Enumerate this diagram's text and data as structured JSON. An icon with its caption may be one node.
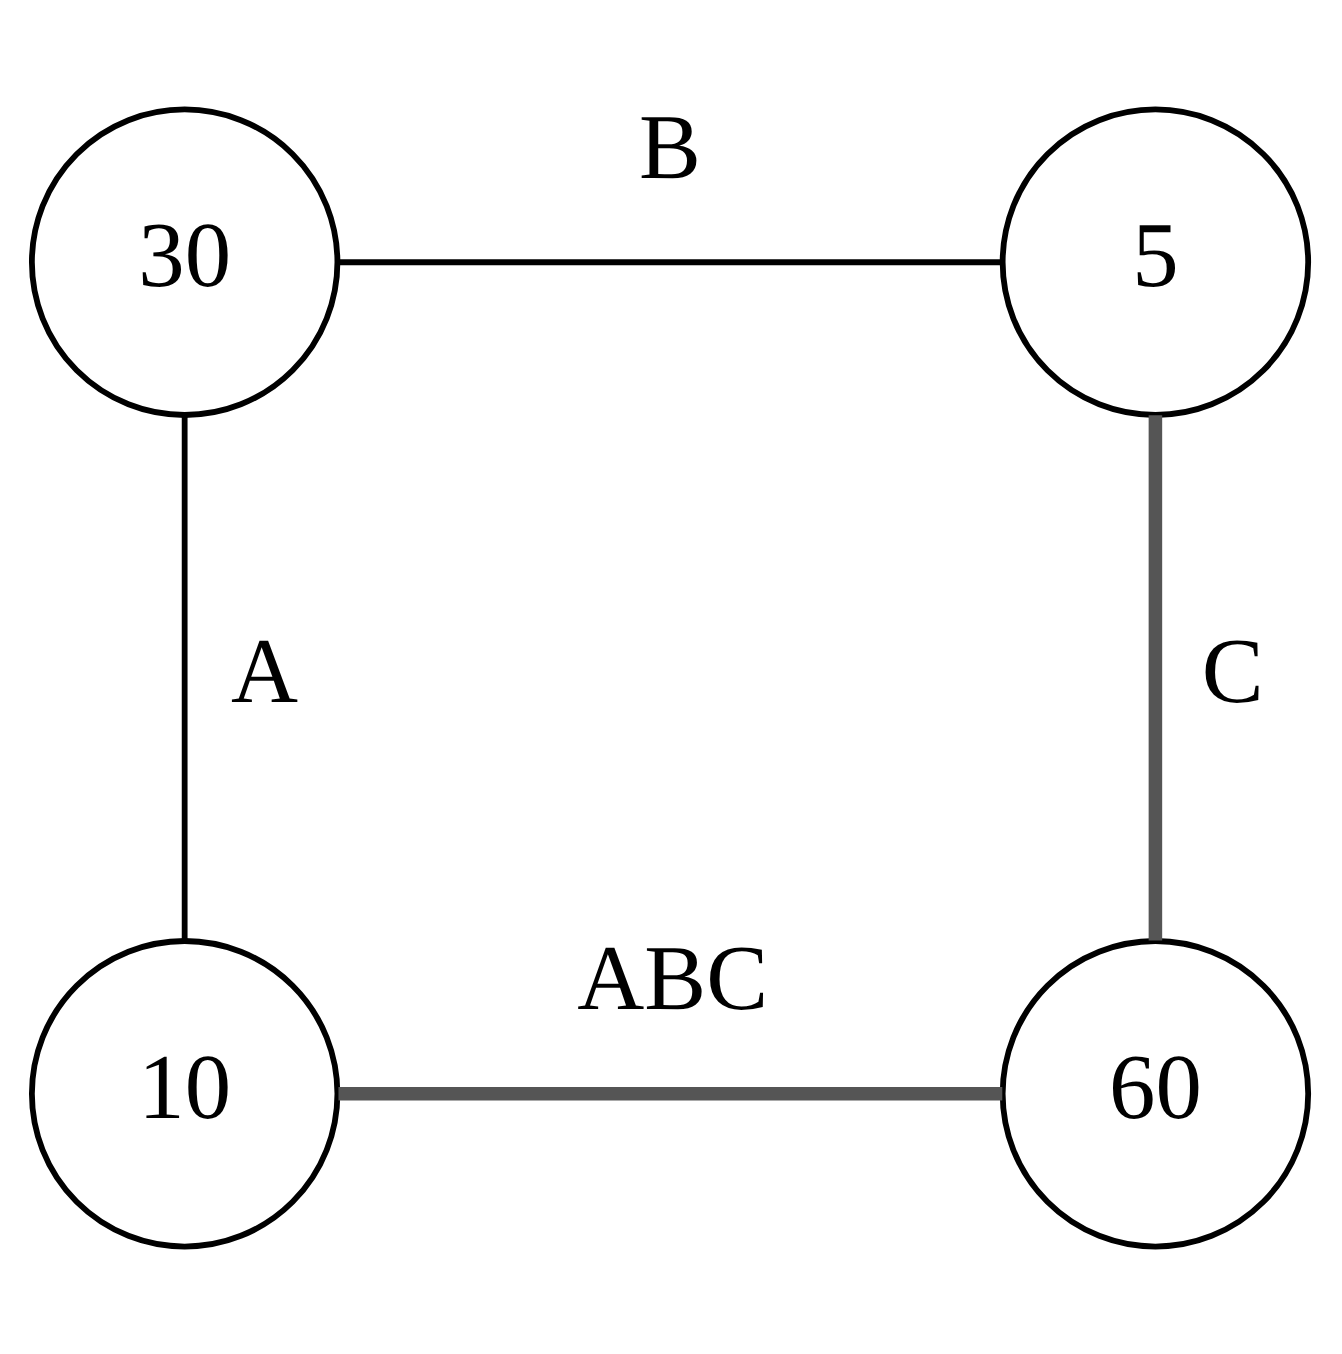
{
  "diagram": {
    "nodes": [
      {
        "text": [
          "30"
        ]
      },
      {
        "text": [
          "5"
        ]
      },
      {
        "text": [
          "10"
        ]
      },
      {
        "text": [
          "60"
        ]
      }
    ],
    "edges": [
      {
        "from": 0,
        "to": 1,
        "arrow": "none",
        "label": "B"
      },
      {
        "from": 0,
        "to": 2,
        "arrow": "none",
        "label": "A"
      },
      {
        "from": 1,
        "to": 3,
        "arrow": "none",
        "label": "C",
        "style": "thick",
        "color": "#555555"
      },
      {
        "from": 2,
        "to": 3,
        "arrow": "none",
        "label": "ABC",
        "style": "thick",
        "color": "#555555"
      }
    ]
  }
}
